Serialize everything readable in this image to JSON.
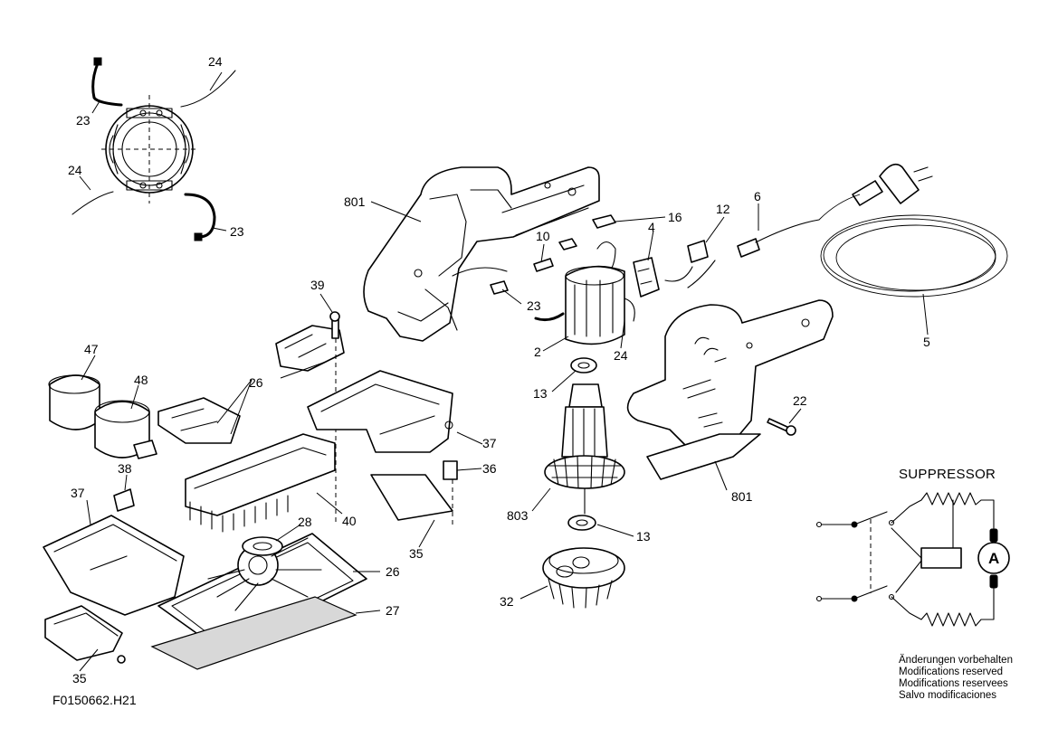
{
  "drawing_id": "F0150662.H21",
  "parts": {
    "p2": "2",
    "p4": "4",
    "p5": "5",
    "p6": "6",
    "p10": "10",
    "p12": "12",
    "p13a": "13",
    "p13b": "13",
    "p16": "16",
    "p22": "22",
    "p23a": "23",
    "p23b": "23",
    "p23c": "23",
    "p24a": "24",
    "p24b": "24",
    "p24c": "24",
    "p26a": "26",
    "p26b": "26",
    "p27": "27",
    "p28": "28",
    "p32": "32",
    "p35a": "35",
    "p35b": "35",
    "p36": "36",
    "p37a": "37",
    "p37b": "37",
    "p38": "38",
    "p39": "39",
    "p40": "40",
    "p47": "47",
    "p48": "48",
    "p801a": "801",
    "p801b": "801",
    "p803": "803"
  },
  "schematic": {
    "title": "SUPPRESSOR",
    "ammeter_symbol": "A"
  },
  "notes": [
    "Änderungen vorbehalten",
    "Modifications reserved",
    "Modifications reservees",
    "Salvo modificaciones"
  ]
}
